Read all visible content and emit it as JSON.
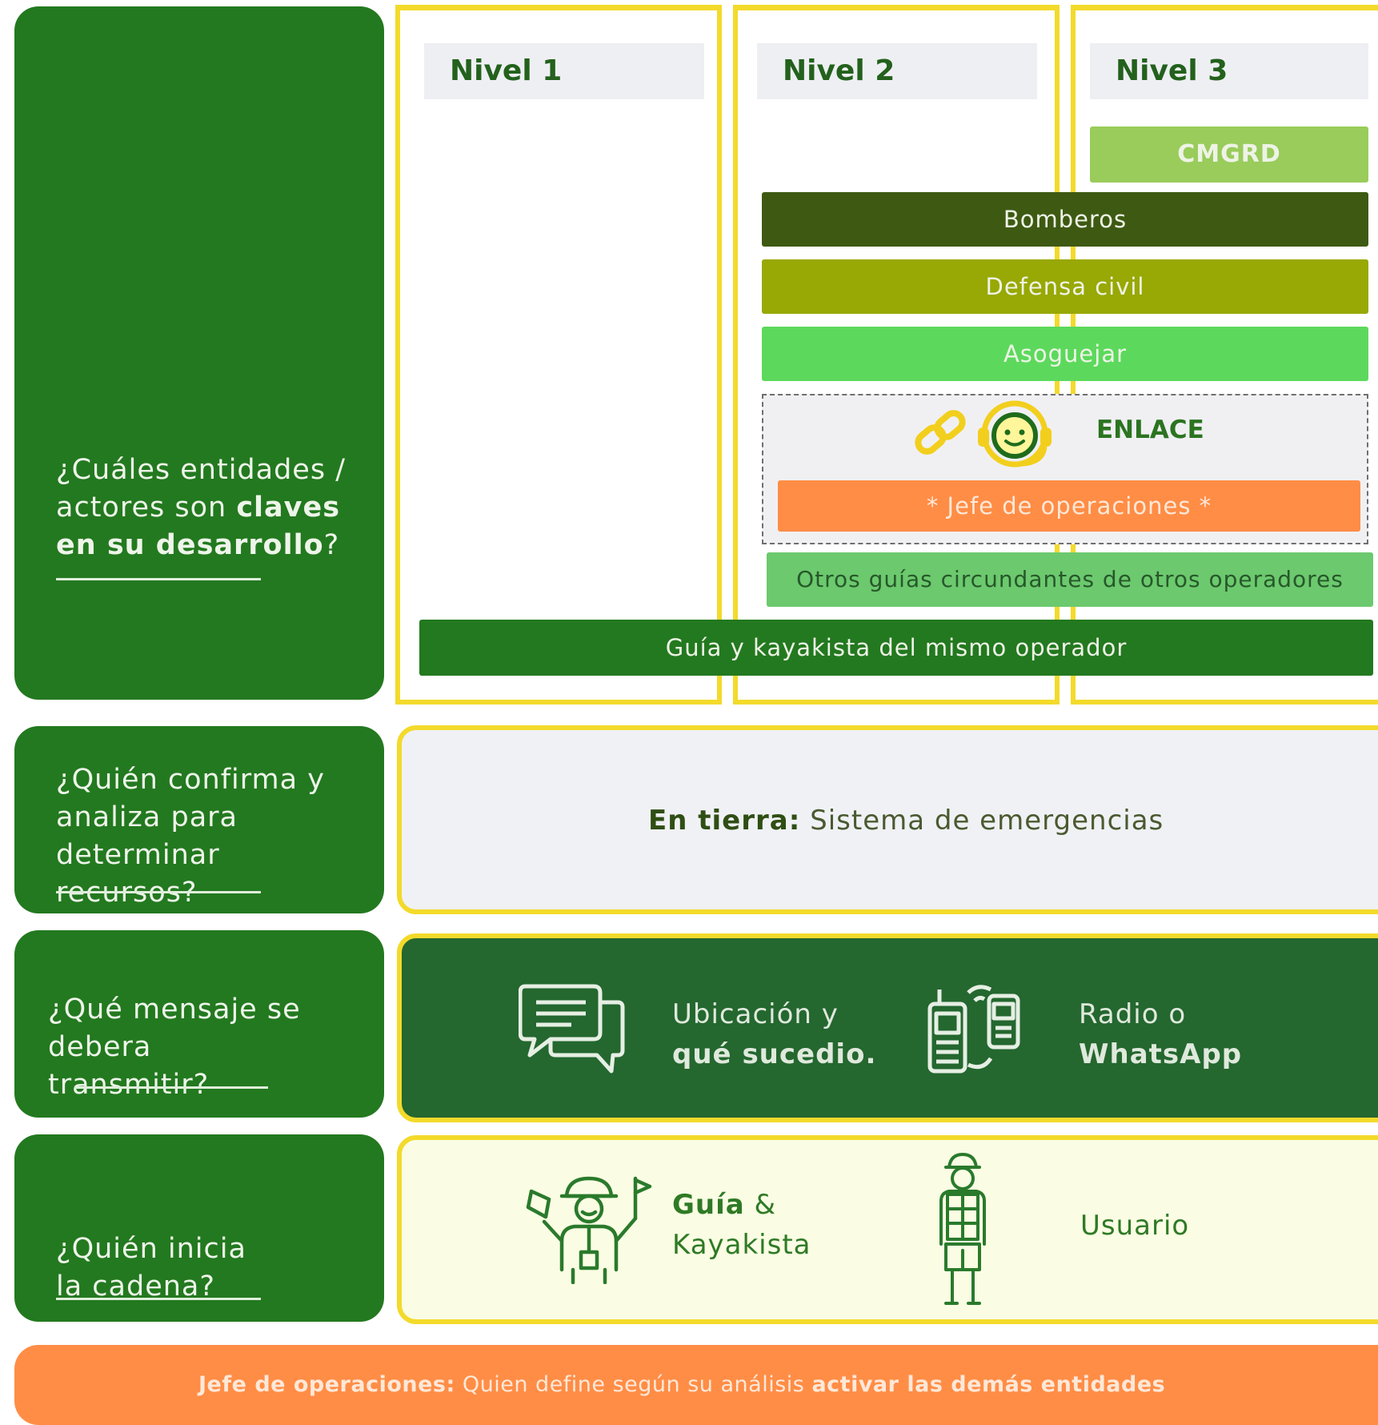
{
  "questions": {
    "q1": {
      "pre": "¿Cuáles entidades / actores son ",
      "bold": "claves en su desarrollo",
      "post": "?"
    },
    "q2": "¿Quién confirma y analiza para determinar recursos?",
    "q3": "¿Qué mensaje se debera transmitir?",
    "q4": "¿Quién inicia la cadena?"
  },
  "levels": [
    "Nivel 1",
    "Nivel 2",
    "Nivel 3"
  ],
  "entities": {
    "cmgrd": "CMGRD",
    "bomberos": "Bomberos",
    "defensa": "Defensa civil",
    "asoguejar": "Asoguejar",
    "enlace": "ENLACE",
    "jefe_tag": "* Jefe de operaciones *",
    "otros": "Otros guías circundantes de otros operadores",
    "guia_kayak": "Guía y kayakista del mismo operador"
  },
  "analysis": {
    "bold": "En tierra:",
    "text": " Sistema de emergencias"
  },
  "message": {
    "what_line1": "Ubicación y",
    "what_line2": "qué sucedio.",
    "how_line1": "Radio o",
    "how_line2": "WhatsApp"
  },
  "initiator": {
    "guide_bold": "Guía",
    "guide_amp": " &",
    "guide_line2": "Kayakista",
    "user": "Usuario"
  },
  "footer": {
    "bold1": "Jefe de operaciones:",
    "text": " Quien define según su análisis ",
    "bold2": "activar las demás entidades"
  },
  "colors": {
    "question_green": "#23791f",
    "yellow_border": "#f3da2b",
    "bomberos": "#3e5a12",
    "defensa": "#98a804",
    "asoguejar": "#5cd95c",
    "jefe": "#ff8d46",
    "otros": "#6cc96e",
    "guia_bar": "#23791f",
    "message_bg": "#24672f",
    "initiator_bg": "#fafde3",
    "footer": "#ff8d46"
  },
  "icons": [
    "chain-link-icon",
    "headset-operator-icon",
    "chat-bubbles-icon",
    "walkie-talkie-phone-icon",
    "guide-kayakist-icon",
    "user-person-icon"
  ]
}
